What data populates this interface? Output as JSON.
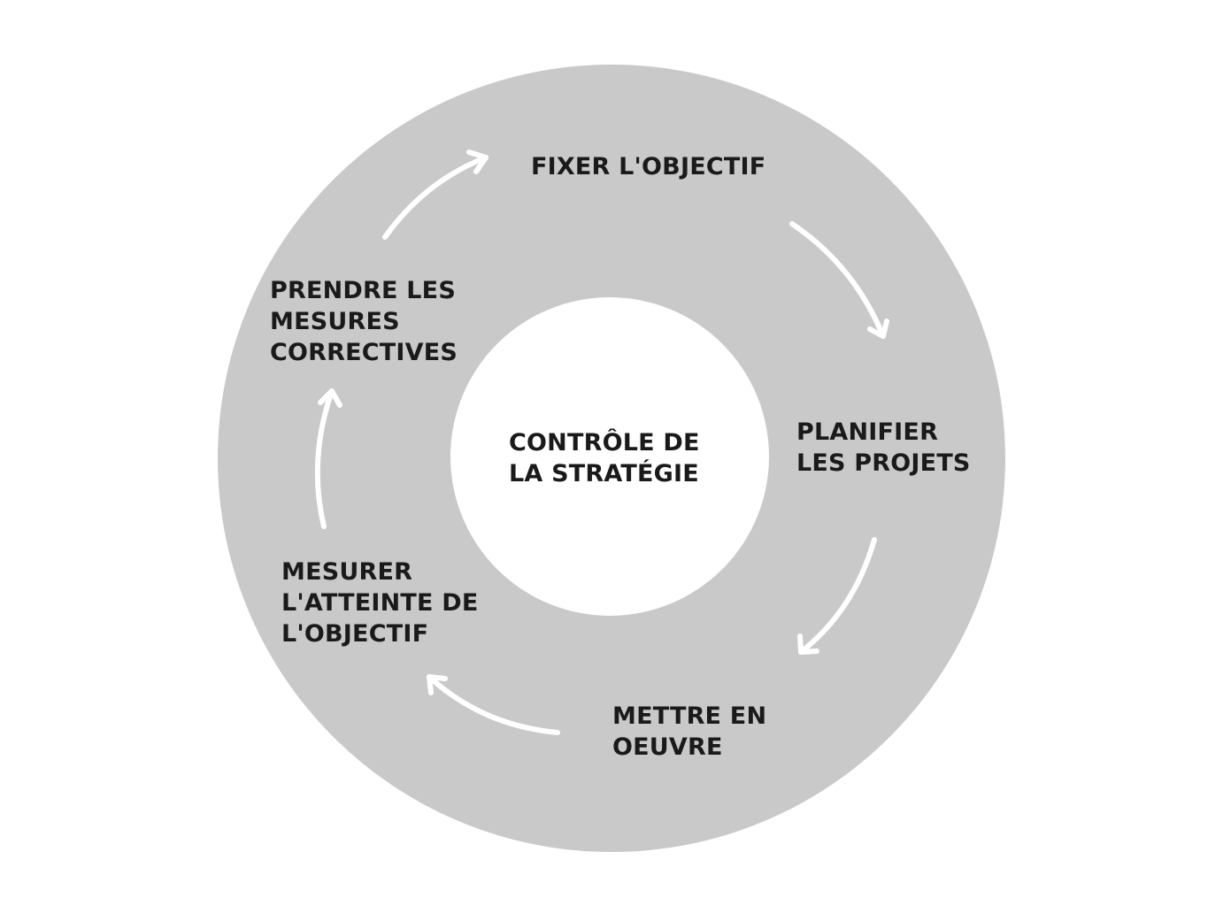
{
  "diagram": {
    "center_label": "CONTRÔLE DE\nLA STRATÉGIE",
    "steps": [
      "FIXER L'OBJECTIF",
      "PLANIFIER\nLES PROJETS",
      "METTRE EN\nOEUVRE",
      "MESURER\nL'ATTEINTE DE\nL'OBJECTIF",
      "PRENDRE LES\nMESURES\nCORRECTIVES"
    ]
  },
  "colors": {
    "ring": "#c9c9c9",
    "center": "#ffffff",
    "arrow": "#ffffff",
    "text": "#1a1a1a"
  }
}
